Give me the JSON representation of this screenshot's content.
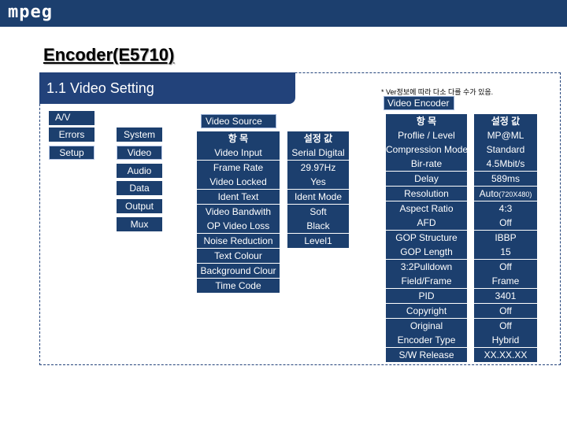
{
  "app": {
    "brand": "mpeg"
  },
  "page": {
    "title": "Encoder(E5710)"
  },
  "section": {
    "title": "1.1 Video Setting",
    "note": "* Ver정보에 따라 다소 다를 수가 있음."
  },
  "left_menu": [
    "A/V",
    "Errors",
    "Setup"
  ],
  "sub_menu": [
    "System",
    "Video",
    "Audio",
    "Data",
    "Output",
    "Mux"
  ],
  "video_source": {
    "title": "Video Source",
    "header_item": "항 목",
    "header_value": "설정 값",
    "rows": [
      [
        "Video Input",
        "Serial Digital"
      ],
      [
        "Frame Rate",
        "29.97Hz"
      ],
      [
        "Video Locked",
        "Yes"
      ],
      [
        "Ident Text",
        "Ident Mode"
      ],
      [
        "Video Bandwith",
        "Soft"
      ],
      [
        "OP Video Loss",
        "Black"
      ],
      [
        "Noise Reduction",
        "Level1"
      ],
      [
        "Text Colour",
        ""
      ],
      [
        "Background Clour",
        ""
      ],
      [
        "Time Code",
        ""
      ]
    ]
  },
  "video_encoder": {
    "title": "Video Encoder",
    "header_item": "항 목",
    "header_value": "설정 값",
    "rows": [
      [
        "Proflie / Level",
        "MP@ML"
      ],
      [
        "Compression Mode",
        "Standard"
      ],
      [
        "Bir-rate",
        "4.5Mbit/s"
      ],
      [
        "Delay",
        "589ms"
      ],
      [
        "Resolution",
        "Auto",
        "(720X480)"
      ],
      [
        "Aspect Ratio",
        "4:3"
      ],
      [
        "AFD",
        "Off"
      ],
      [
        "GOP Structure",
        "IBBP"
      ],
      [
        "GOP Length",
        "15"
      ],
      [
        "3:2Pulldown",
        "Off"
      ],
      [
        "Field/Frame",
        "Frame"
      ],
      [
        "PID",
        "3401"
      ],
      [
        "Copyright",
        "Off"
      ],
      [
        "Original",
        "Off"
      ],
      [
        "Encoder Type",
        "Hybrid"
      ],
      [
        "S/W Release",
        "XX.XX.XX"
      ]
    ]
  }
}
